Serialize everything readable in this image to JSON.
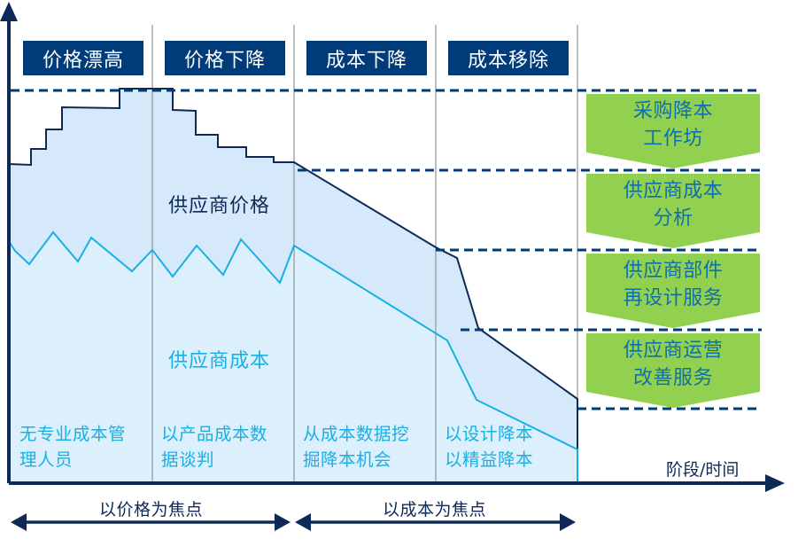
{
  "phases": [
    {
      "label": "价格漂高"
    },
    {
      "label": "价格下降"
    },
    {
      "label": "成本下降"
    },
    {
      "label": "成本移除"
    }
  ],
  "areas": {
    "price_label": "供应商价格",
    "cost_label": "供应商成本"
  },
  "descriptions": [
    {
      "line1": "无专业成本管",
      "line2": "理人员"
    },
    {
      "line1": "以产品成本数",
      "line2": "据谈判"
    },
    {
      "line1": "从成本数据挖",
      "line2": "掘降本机会"
    },
    {
      "line1": "以设计降本",
      "line2": "以精益降本"
    }
  ],
  "services": [
    {
      "line1": "采购降本",
      "line2": "工作坊"
    },
    {
      "line1": "供应商成本",
      "line2": "分析"
    },
    {
      "line1": "供应商部件",
      "line2": "再设计服务"
    },
    {
      "line1": "供应商运营",
      "line2": "改善服务"
    }
  ],
  "axes": {
    "x_label": "阶段/时间"
  },
  "focus": [
    {
      "label": "以价格为焦点"
    },
    {
      "label": "以成本为焦点"
    }
  ],
  "colors": {
    "navy": "#003b7a",
    "axis": "#0d2a57",
    "cost_line": "#19b0e4",
    "price_fill": "#d6e9fb",
    "cost_fill": "#dbeffc",
    "green": "#92d050",
    "service_text": "#0f6fae",
    "divider": "#9a9a9a"
  }
}
